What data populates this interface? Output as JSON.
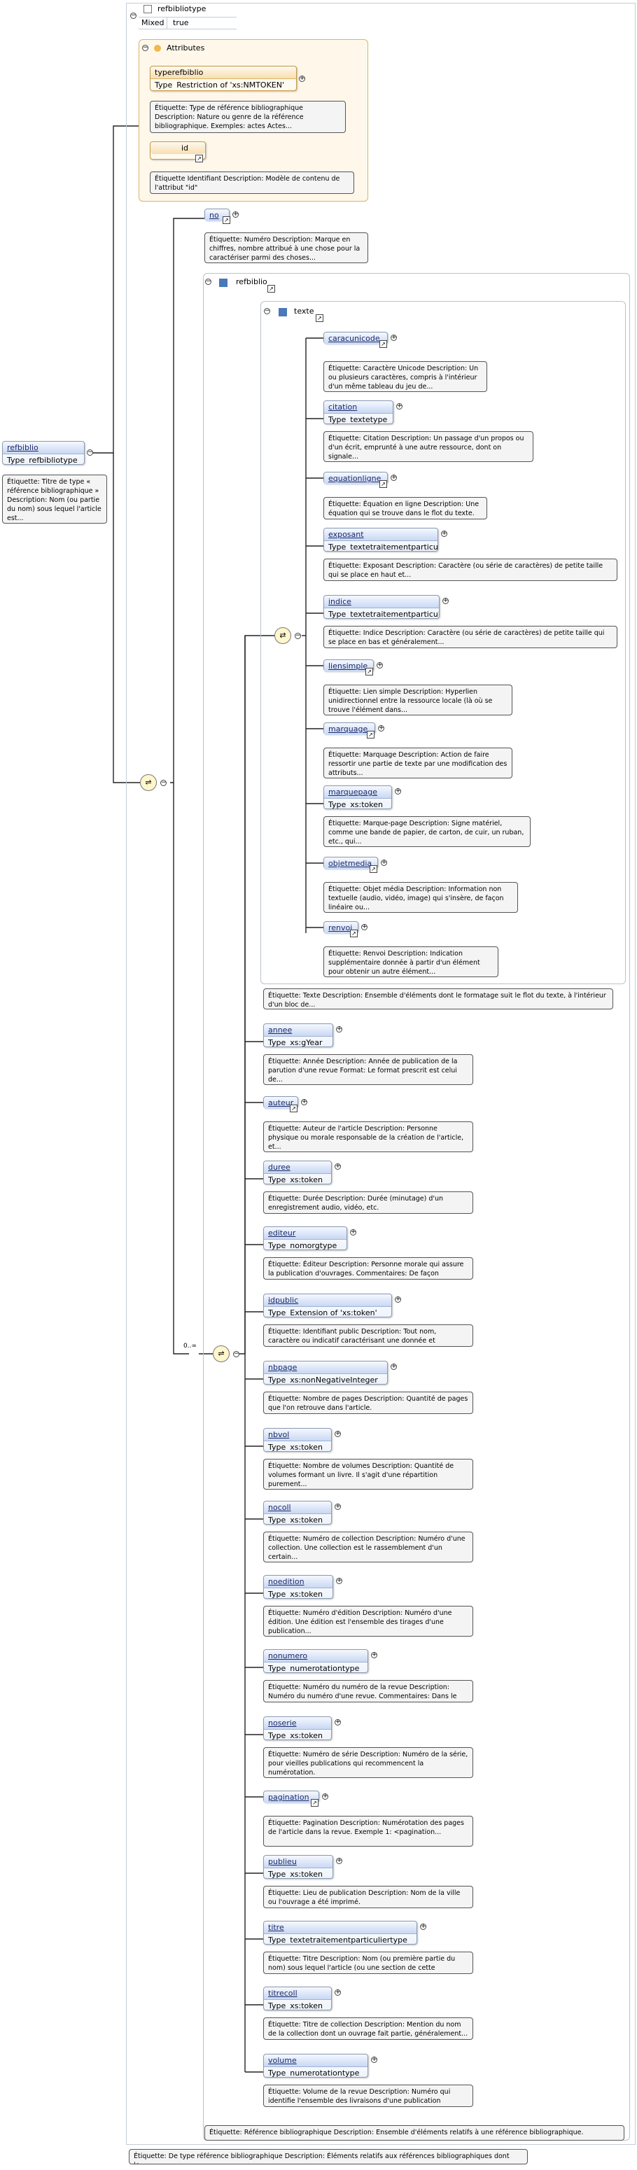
{
  "complextype": {
    "title": "refbibliotype",
    "mixed_label": "Mixed",
    "mixed_value": "true"
  },
  "attributes": {
    "title": "Attributes",
    "items": [
      {
        "name": "typerefbiblio",
        "type_label": "Type",
        "type": "Restriction of 'xs:NMTOKEN'",
        "doc": "Étiquette: Type de référence bibliographique Description: Nature ou genre de la référence bibliographique. Exemples: actes Actes..."
      },
      {
        "name": "id",
        "doc": "Étiquette Identifiant Description: Modèle de contenu de l'attribut \"id\""
      }
    ]
  },
  "root": {
    "name": "refbiblio",
    "type_label": "Type",
    "type": "refbibliotype",
    "doc": "Étiquette: Titre de type « référence bibliographique » Description: Nom (ou partie du nom) sous lequel l'article est..."
  },
  "no": {
    "name": "no",
    "doc": "Étiquette: Numéro Description: Marque en chiffres, nombre attribué à une chose pour la caractériser parmi des choses..."
  },
  "occurrence": "0..∞",
  "refbiblio_group": {
    "name": "refbiblio",
    "doc": "Étiquette: Référence bibliographique Description: Ensemble d'éléments relatifs à une référence bibliographique."
  },
  "texte": {
    "name": "texte",
    "doc": "Étiquette: Texte Description: Ensemble d'éléments dont le formatage suit le flot du texte, à l'intérieur d'un bloc de...",
    "children": [
      {
        "name": "caracunicode",
        "doc": "Étiquette: Caractère Unicode Description: Un ou plusieurs caractères, compris à l'intérieur d'un même tableau du jeu de..."
      },
      {
        "name": "citation",
        "type_label": "Type",
        "type": "textetype",
        "doc": "Étiquette: Citation Description: Un passage d'un propos ou d'un écrit, emprunté à une autre ressource, dont on signale..."
      },
      {
        "name": "equationligne",
        "doc": "Étiquette: Équation en ligne Description: Une équation qui se trouve dans le flot du texte."
      },
      {
        "name": "exposant",
        "type_label": "Type",
        "type": "textetraitementparticuliertype",
        "doc": "Étiquette: Exposant Description: Caractère (ou série de caractères) de petite taille qui se place en haut et..."
      },
      {
        "name": "indice",
        "type_label": "Type",
        "type": "textetraitementparticuliertype",
        "doc": "Étiquette: Indice Description: Caractère (ou série de caractères) de petite taille qui se place en bas et généralement..."
      },
      {
        "name": "liensimple",
        "doc": "Étiquette: Lien simple Description: Hyperlien unidirectionnel entre la ressource locale (là où se trouve l'élément dans..."
      },
      {
        "name": "marquage",
        "doc": "Étiquette: Marquage Description: Action de faire ressortir une partie de texte par une modification des attributs..."
      },
      {
        "name": "marquepage",
        "type_label": "Type",
        "type": "xs:token",
        "doc": "Étiquette: Marque-page Description: Signe matériel, comme une bande de papier, de carton, de cuir, un ruban, etc., qui..."
      },
      {
        "name": "objetmedia",
        "doc": "Étiquette: Objet média Description: Information non textuelle (audio, vidéo, image) qui s'insère, de façon linéaire ou..."
      },
      {
        "name": "renvoi",
        "doc": "Étiquette: Renvoi Description: Indication supplémentaire donnée à partir d'un élément pour obtenir un autre élément..."
      }
    ]
  },
  "seq_children": [
    {
      "name": "annee",
      "type_label": "Type",
      "type": "xs:gYear",
      "doc": "Étiquette: Année Description: Année de publication de la parution d'une revue Format: Le format prescrit est celui de..."
    },
    {
      "name": "auteur",
      "doc": "Étiquette: Auteur de l'article Description: Personne physique ou morale responsable de la création de l'article, et..."
    },
    {
      "name": "duree",
      "type_label": "Type",
      "type": "xs:token",
      "doc": "Étiquette: Durée Description: Durée (minutage) d'un enregistrement audio, vidéo, etc."
    },
    {
      "name": "editeur",
      "type_label": "Type",
      "type": "nomorgtype",
      "doc": "Étiquette: Éditeur Description: Personne morale qui assure la publication d'ouvrages. Commentaires: De façon générale..."
    },
    {
      "name": "idpublic",
      "type_label": "Type",
      "type": "Extension of 'xs:token'",
      "doc": "Étiquette: Identifiant public Description: Tout nom, caractère ou indicatif caractérisant une donnée et permettant de..."
    },
    {
      "name": "nbpage",
      "type_label": "Type",
      "type": "xs:nonNegativeInteger",
      "doc": "Étiquette: Nombre de pages Description: Quantité de pages que l'on retrouve dans l'article."
    },
    {
      "name": "nbvol",
      "type_label": "Type",
      "type": "xs:token",
      "doc": "Étiquette: Nombre de volumes Description: Quantité de volumes formant un livre. Il s'agit d'une répartition purement..."
    },
    {
      "name": "nocoll",
      "type_label": "Type",
      "type": "xs:token",
      "doc": "Étiquette: Numéro de collection Description: Numéro d'une collection. Une collection est le rassemblement d'un certain..."
    },
    {
      "name": "noedition",
      "type_label": "Type",
      "type": "xs:token",
      "doc": "Étiquette: Numéro d'édition Description: Numéro d'une édition. Une édition est l'ensemble des tirages d'une publication..."
    },
    {
      "name": "nonumero",
      "type_label": "Type",
      "type": "numerotationtype",
      "doc": "Étiquette: Numéro du numéro de la revue Description: Numéro du numéro d'une revue. Commentaires: Dans le cas d'un..."
    },
    {
      "name": "noserie",
      "type_label": "Type",
      "type": "xs:token",
      "doc": "Étiquette: Numéro de série Description: Numéro de la série, pour vieilles publications qui recommencent la numérotation."
    },
    {
      "name": "pagination",
      "doc": "Étiquette: Pagination Description: Numérotation des pages de l'article dans la revue. Exemple 1: <pagination..."
    },
    {
      "name": "publieu",
      "type_label": "Type",
      "type": "xs:token",
      "doc": "Étiquette: Lieu de publication Description: Nom de la ville ou l'ouvrage a été imprimé."
    },
    {
      "name": "titre",
      "type_label": "Type",
      "type": "textetraitementparticuliertype",
      "doc": "Étiquette: Titre Description: Nom (ou première partie du nom) sous lequel l'article (ou une section de cette dernière)..."
    },
    {
      "name": "titrecoll",
      "type_label": "Type",
      "type": "xs:token",
      "doc": "Étiquette: Titre de collection Description: Mention du nom de la collection dont un ouvrage fait partie, généralement..."
    },
    {
      "name": "volume",
      "type_label": "Type",
      "type": "numerotationtype",
      "doc": "Étiquette: Volume de la revue Description: Numéro qui identifie l'ensemble des livraisons d'une publication pendant une..."
    }
  ],
  "footer_doc": "Étiquette: De type référence bibliographique Description: Éléments relatifs aux références bibliographiques dont le..."
}
